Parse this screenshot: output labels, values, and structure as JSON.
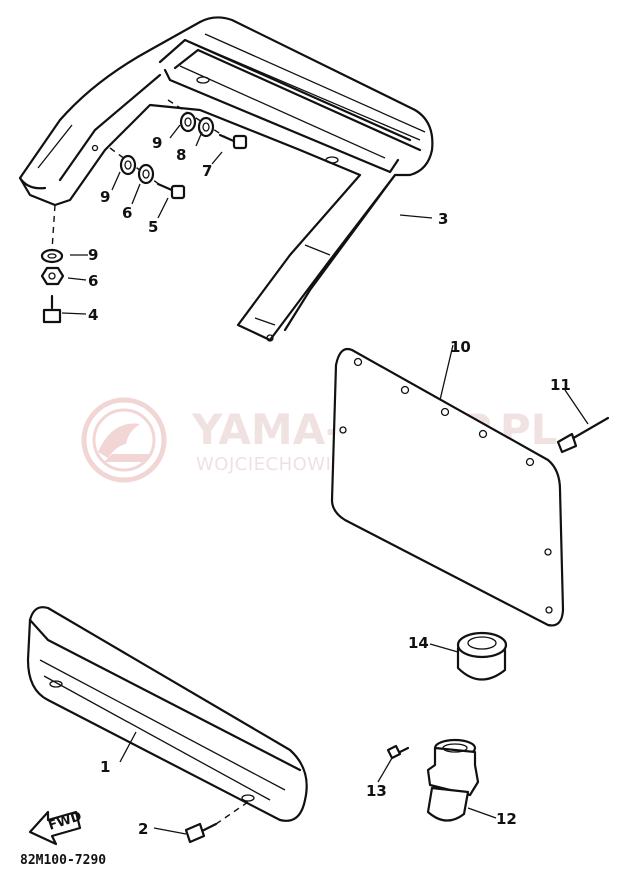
{
  "watermark": {
    "title": "YAMA-SKLEP.PL",
    "subtitle": "WOJCIECHOWICZ | DEALER YAMAHA",
    "logo_color": "#e9b3b3"
  },
  "diagram_code": "82M100-7290",
  "fwd_label": "FWD",
  "parts": [
    {
      "num": "1"
    },
    {
      "num": "2"
    },
    {
      "num": "3"
    },
    {
      "num": "4"
    },
    {
      "num": "5"
    },
    {
      "num": "6"
    },
    {
      "num": "6"
    },
    {
      "num": "7"
    },
    {
      "num": "8"
    },
    {
      "num": "9"
    },
    {
      "num": "9"
    },
    {
      "num": "9"
    },
    {
      "num": "10"
    },
    {
      "num": "11"
    },
    {
      "num": "12"
    },
    {
      "num": "13"
    },
    {
      "num": "14"
    }
  ]
}
